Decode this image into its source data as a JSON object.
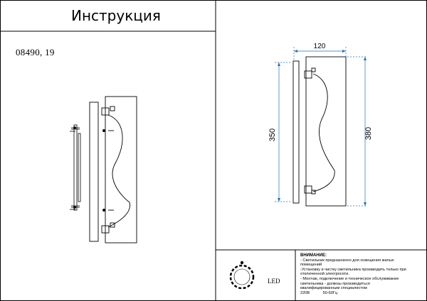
{
  "title": "Инструкция",
  "model_code": "08490, 19",
  "dimensions": {
    "width": "120",
    "height": "350",
    "length": "380"
  },
  "light_type": "LED",
  "notes": {
    "header": "ВНИМАНИЕ:",
    "lines": [
      "- Светильник предназначен для освещения жилых",
      "помещений",
      "-Установку и чистку светильника производить только при",
      "отключенной электросети.",
      "- Монтаж, подключение и техническое обслуживание",
      "светильника - должны производиться",
      "квалифицированным специалистом"
    ],
    "voltage": "220В",
    "frequency": "50-60Гц"
  },
  "colors": {
    "line": "#000000",
    "dimension": "#1e73b8"
  }
}
